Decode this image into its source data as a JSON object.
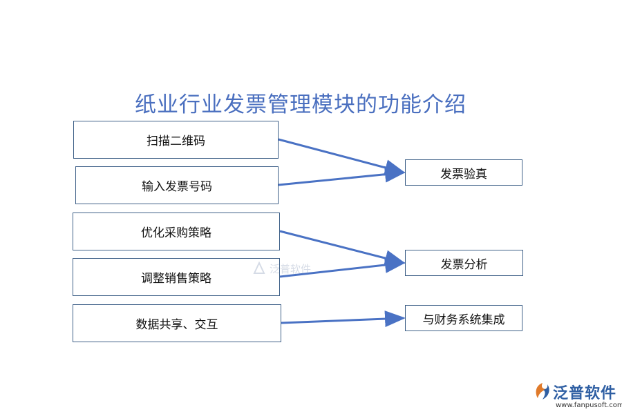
{
  "title": "纸业行业发票管理模块的功能介绍",
  "left_boxes": [
    {
      "label": "扫描二维码"
    },
    {
      "label": "输入发票号码"
    },
    {
      "label": "优化采购策略"
    },
    {
      "label": "调整销售策略"
    },
    {
      "label": "数据共享、交互"
    }
  ],
  "right_boxes": [
    {
      "label": "发票验真"
    },
    {
      "label": "发票分析"
    },
    {
      "label": "与财务系统集成"
    }
  ],
  "connections": [
    {
      "from": 0,
      "to": 0
    },
    {
      "from": 1,
      "to": 0
    },
    {
      "from": 2,
      "to": 1
    },
    {
      "from": 3,
      "to": 1
    },
    {
      "from": 4,
      "to": 2
    }
  ],
  "watermark": {
    "text": "泛普软件"
  },
  "logo": {
    "name": "泛普软件",
    "url": "www.fanpusoft.com"
  },
  "colors": {
    "title": "#4a6fbf",
    "box_border": "#3c5e86",
    "arrow": "#4a72c4",
    "logo": "#2f5fa3",
    "logo_accent": "#e07a2a"
  }
}
